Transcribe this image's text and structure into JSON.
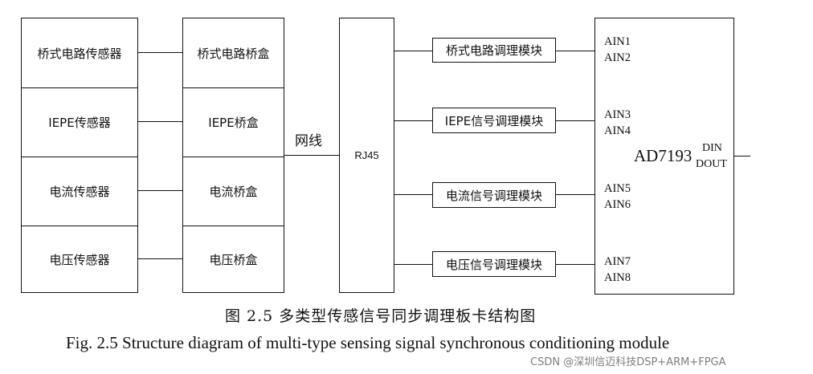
{
  "sensors": [
    "桥式电路传感器",
    "IEPE传感器",
    "电流传感器",
    "电压传感器"
  ],
  "bridge_boxes": [
    "桥式电路桥盒",
    "IEPE桥盒",
    "电流桥盒",
    "电压桥盒"
  ],
  "cable_label": "网线",
  "rj45_label": "RJ45",
  "modules": [
    "桥式电路调理模块",
    "IEPE信号调理模块",
    "电流信号调理模块",
    "电压信号调理模块"
  ],
  "adc": {
    "name": "AD7193",
    "inputs": [
      [
        "AIN1",
        "AIN2"
      ],
      [
        "AIN3",
        "AIN4"
      ],
      [
        "AIN5",
        "AIN6"
      ],
      [
        "AIN7",
        "AIN8"
      ]
    ],
    "din": "DIN",
    "dout": "DOUT"
  },
  "caption_cn": "图 2.5  多类型传感信号同步调理板卡结构图",
  "caption_en": "Fig. 2.5    Structure diagram of multi-type sensing signal synchronous conditioning module",
  "watermark": "CSDN @深圳信迈科技DSP+ARM+FPGA"
}
